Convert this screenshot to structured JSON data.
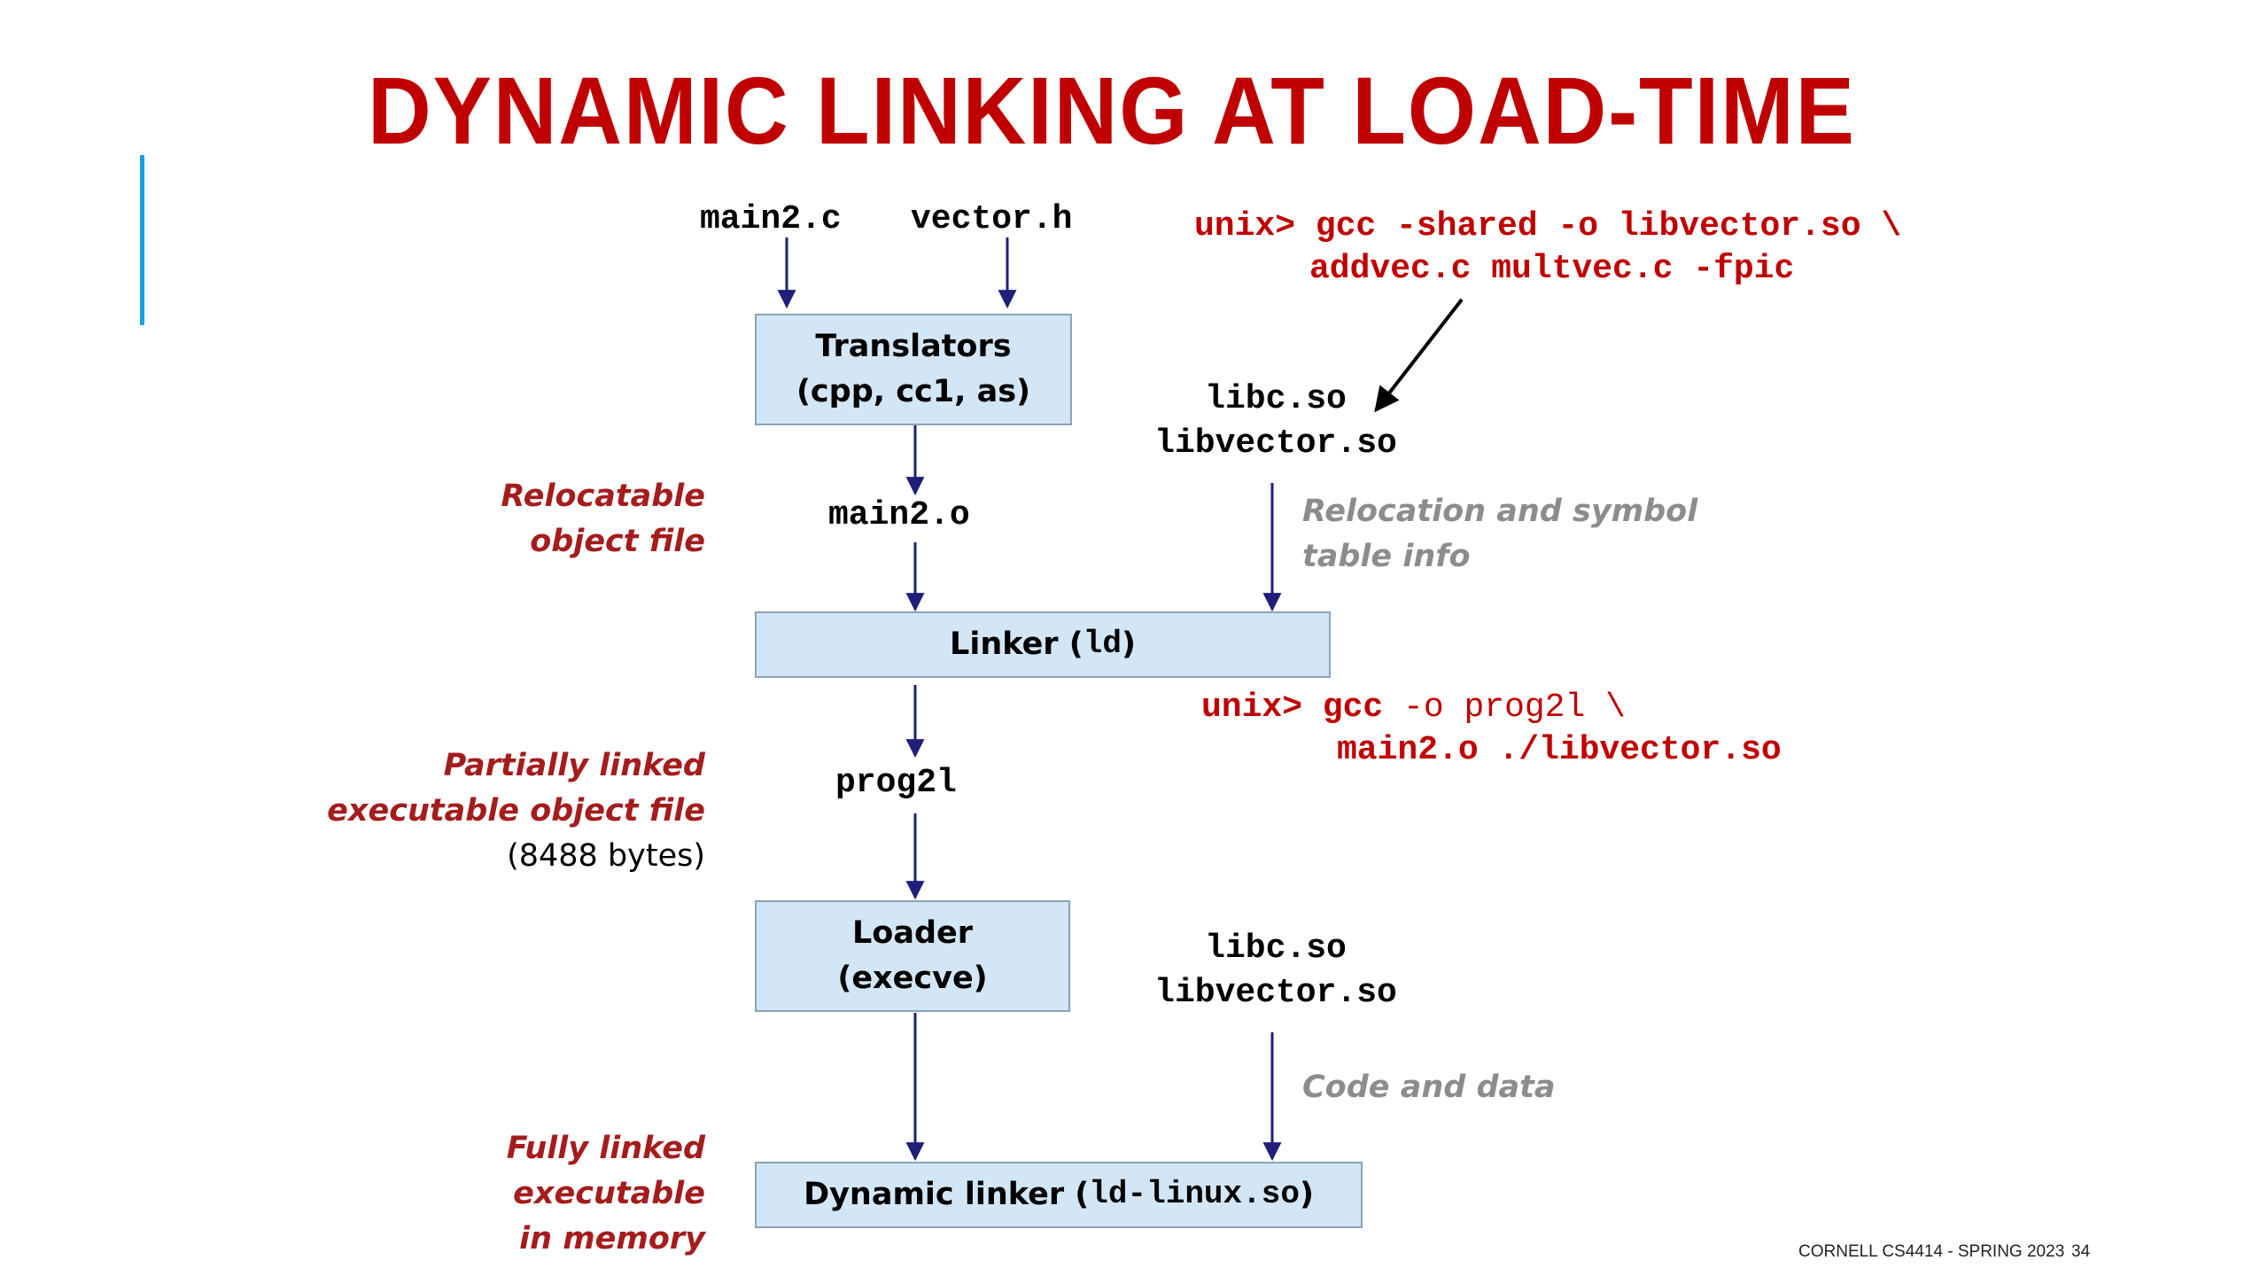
{
  "slide": {
    "title": "DYNAMIC LINKING AT LOAD-TIME",
    "footer": "CORNELL CS4414 - SPRING 2023",
    "page_number": "34"
  },
  "inputs": {
    "source": "main2.c",
    "header": "vector.h"
  },
  "boxes": {
    "translators": {
      "line1": "Translators",
      "line2": "(cpp, cc1, as)"
    },
    "linker": {
      "prefix": "Linker (",
      "code": "ld",
      "suffix": ")"
    },
    "loader": {
      "line1": "Loader",
      "line2": "(execve)"
    },
    "dynamic_linker": {
      "prefix": "Dynamic linker (",
      "code": "ld-linux.so",
      "suffix": ")"
    }
  },
  "files": {
    "object": "main2.o",
    "program": "prog2l",
    "libs_top": {
      "line1": "libc.so",
      "line2": "libvector.so"
    },
    "libs_bottom": {
      "line1": "libc.so",
      "line2": "libvector.so"
    }
  },
  "labels": {
    "relocatable": {
      "line1": "Relocatable",
      "line2": "object file"
    },
    "partially": {
      "line1": "Partially linked",
      "line2": "executable object file",
      "line3": "(8488 bytes)"
    },
    "fully": {
      "line1": "Fully linked",
      "line2": "executable",
      "line3": "in memory"
    },
    "relocation_info": {
      "line1": "Relocation and symbol",
      "line2": "table info"
    },
    "code_data": "Code and data"
  },
  "commands": {
    "shared_lib": {
      "line1": "unix> gcc -shared -o libvector.so \\",
      "line2": "addvec.c multvec.c -fpic"
    },
    "link_prog": {
      "line1_bold": "unix> gcc ",
      "line1_thin": "-o prog2l \\",
      "line2": "main2.o ./libvector.so"
    }
  },
  "colors": {
    "title": "#c00000",
    "command": "#c00000",
    "label_red": "#a51c1c",
    "label_gray": "#8c8c8c",
    "box_fill": "#d3e6f5",
    "arrow": "#1f1f7a",
    "accent": "#1ba1e2"
  }
}
